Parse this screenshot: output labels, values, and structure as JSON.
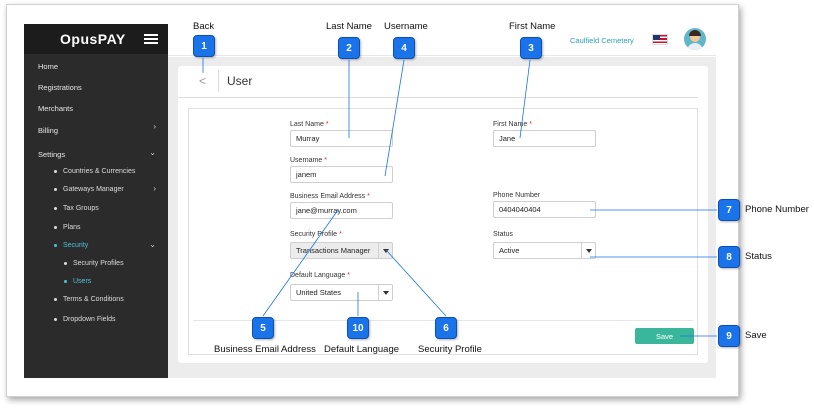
{
  "app": {
    "brand": "OpusPAY",
    "organization": "Caulfield Cemetery"
  },
  "sidebar": {
    "items": [
      {
        "label": "Home"
      },
      {
        "label": "Registrations"
      },
      {
        "label": "Merchants"
      },
      {
        "label": "Billing"
      },
      {
        "label": "Settings"
      }
    ],
    "settings_children": [
      {
        "label": "Countries & Currencies"
      },
      {
        "label": "Gateways Manager"
      },
      {
        "label": "Tax Groups"
      },
      {
        "label": "Plans"
      },
      {
        "label": "Security"
      },
      {
        "label": "Terms & Conditions"
      },
      {
        "label": "Dropdown Fields"
      }
    ],
    "security_children": [
      {
        "label": "Security Profiles"
      },
      {
        "label": "Users"
      }
    ]
  },
  "page": {
    "title": "User",
    "back_glyph": "<"
  },
  "form": {
    "last_name": {
      "label": "Last Name",
      "value": "Murray",
      "required": "*"
    },
    "username": {
      "label": "Username",
      "value": "janem",
      "required": "*"
    },
    "email": {
      "label": "Business Email Address",
      "value": "jane@murray.com",
      "required": "*"
    },
    "security_profile": {
      "label": "Security Profile",
      "value": "Transactions Manager",
      "required": "*"
    },
    "default_language": {
      "label": "Default Language",
      "value": "United States",
      "required": "*"
    },
    "first_name": {
      "label": "First Name",
      "value": "Jane",
      "required": "*"
    },
    "phone": {
      "label": "Phone Number",
      "value": "0404040404"
    },
    "status": {
      "label": "Status",
      "value": "Active"
    },
    "save_label": "Save"
  },
  "callouts": [
    {
      "num": "1",
      "text": "Back"
    },
    {
      "num": "2",
      "text": "Last Name"
    },
    {
      "num": "3",
      "text": "First Name"
    },
    {
      "num": "4",
      "text": "Username"
    },
    {
      "num": "5",
      "text": "Business Email Address"
    },
    {
      "num": "6",
      "text": "Security Profile"
    },
    {
      "num": "7",
      "text": "Phone Number"
    },
    {
      "num": "8",
      "text": "Status"
    },
    {
      "num": "9",
      "text": "Save"
    },
    {
      "num": "10",
      "text": "Default Language"
    }
  ],
  "colors": {
    "accent": "#4fc3d9",
    "callout": "#1a73e8",
    "save": "#3ab79a",
    "required": "#d9262c"
  },
  "icons": [
    "hamburger-icon",
    "chevron-right-icon",
    "chevron-down-icon",
    "flag-us-icon",
    "user-avatar-icon",
    "back-chevron-icon",
    "dropdown-caret-icon"
  ]
}
